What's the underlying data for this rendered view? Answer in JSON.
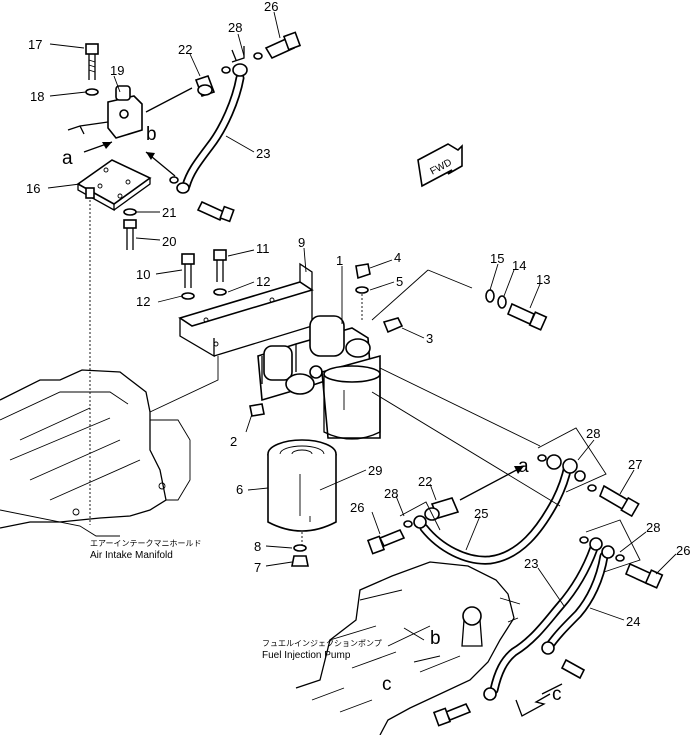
{
  "callouts": {
    "n1": "1",
    "n2": "2",
    "n3": "3",
    "n4": "4",
    "n5": "5",
    "n6": "6",
    "n7": "7",
    "n8": "8",
    "n9": "9",
    "n10": "10",
    "n11": "11",
    "n12a": "12",
    "n12b": "12",
    "n13": "13",
    "n14": "14",
    "n15": "15",
    "n16": "16",
    "n17": "17",
    "n18": "18",
    "n19": "19",
    "n20": "20",
    "n21": "21",
    "n22a": "22",
    "n22b": "22",
    "n23a": "23",
    "n23b": "23",
    "n24": "24",
    "n25": "25",
    "n26a": "26",
    "n26b": "26",
    "n26c": "26",
    "n27": "27",
    "n28a": "28",
    "n28b": "28",
    "n28c": "28",
    "n28d": "28",
    "n29": "29"
  },
  "connectors": {
    "a_upper": "a",
    "b_upper": "b",
    "a_lower": "a",
    "b_lower": "b",
    "c_left": "c",
    "c_right": "c"
  },
  "labels": {
    "air_manifold_jp": "エアーインテークマニホールド",
    "air_manifold_en": "Air Intake Manifold",
    "fuel_pump_jp": "フュエルインジェクションポンプ",
    "fuel_pump_en": "Fuel Injection Pump",
    "fwd": "FWD"
  }
}
